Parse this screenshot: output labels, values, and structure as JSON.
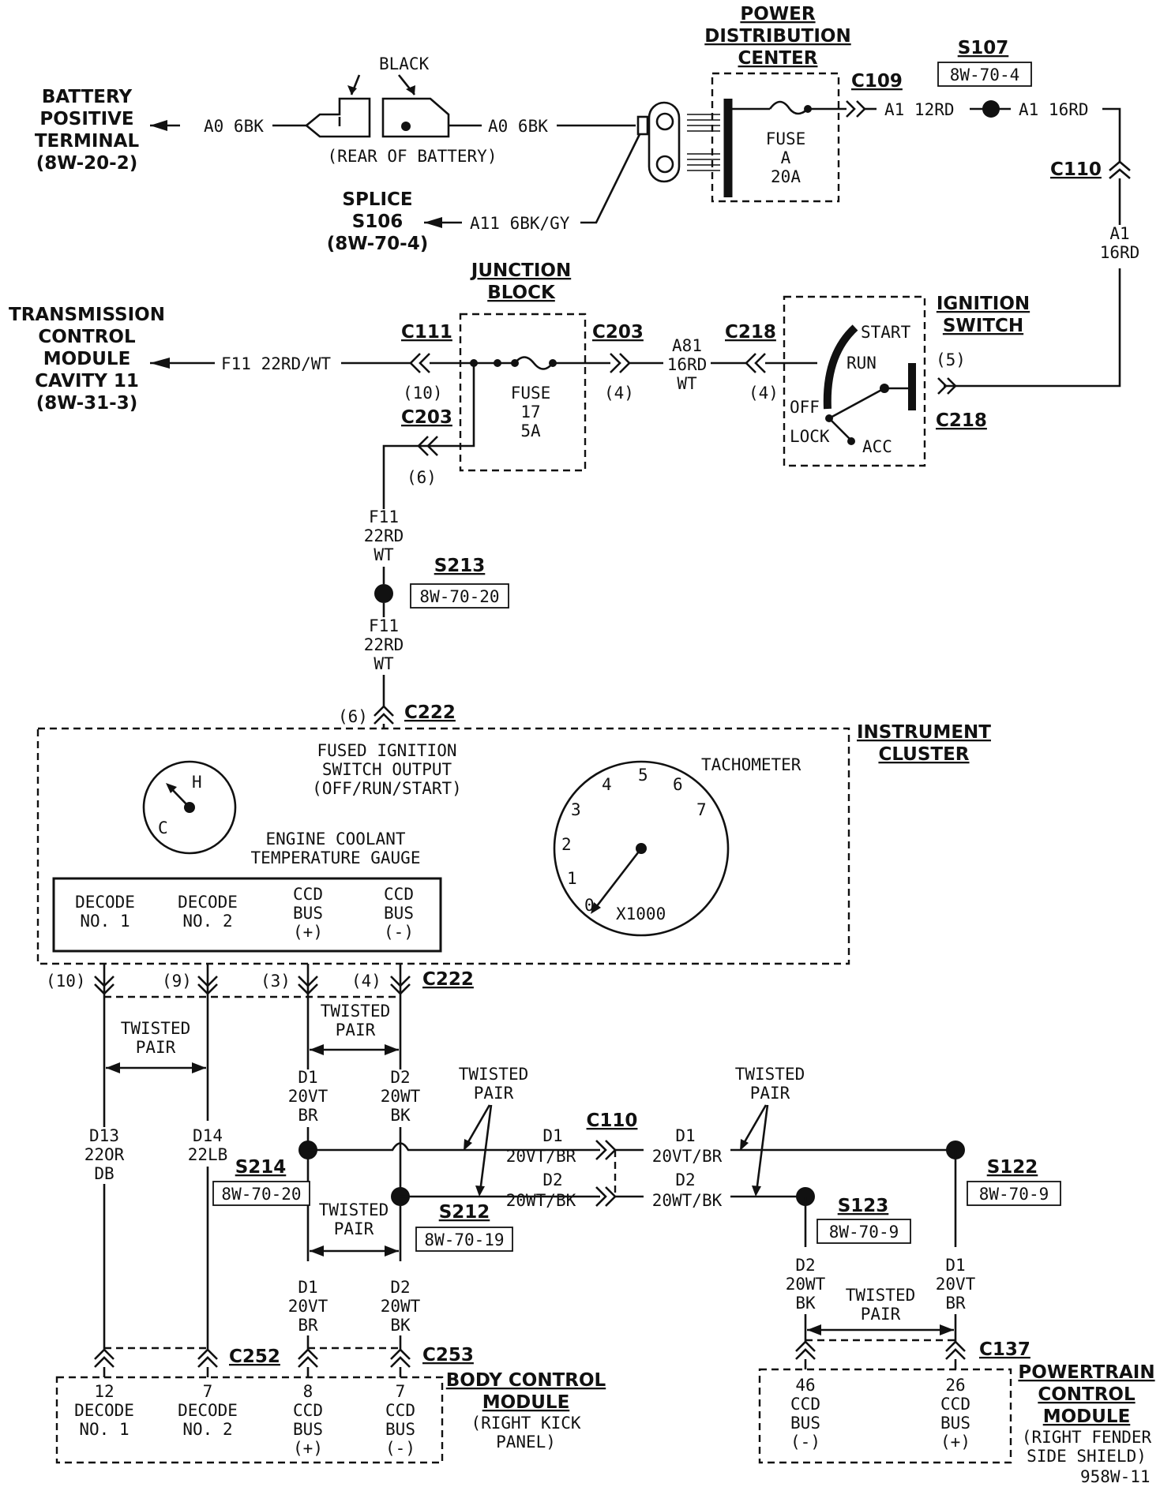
{
  "labels": {
    "pdc": [
      "POWER",
      "DISTRIBUTION",
      "CENTER"
    ],
    "black": "BLACK",
    "rear_of_battery": "(REAR OF BATTERY)",
    "battery": [
      "BATTERY",
      "POSITIVE",
      "TERMINAL",
      "(8W-20-2)"
    ],
    "splice_s106": [
      "SPLICE",
      "S106",
      "(8W-70-4)"
    ],
    "fuse_a": [
      "FUSE",
      "A",
      "20A"
    ],
    "junction_block": [
      "JUNCTION",
      "BLOCK"
    ],
    "fuse_17": [
      "FUSE",
      "17",
      "5A"
    ],
    "ignition_switch": [
      "IGNITION",
      "SWITCH"
    ],
    "sw_start": "START",
    "sw_run": "RUN",
    "sw_off": "OFF",
    "sw_lock": "LOCK",
    "sw_acc": "ACC",
    "tcm": [
      "TRANSMISSION",
      "CONTROL",
      "MODULE",
      "CAVITY 11",
      "(8W-31-3)"
    ],
    "instrument_cluster": [
      "INSTRUMENT",
      "CLUSTER"
    ],
    "fused_ign": [
      "FUSED IGNITION",
      "SWITCH OUTPUT",
      "(OFF/RUN/START)"
    ],
    "gauge_h": "H",
    "gauge_c": "C",
    "ect_gauge": [
      "ENGINE COOLANT",
      "TEMPERATURE GAUGE"
    ],
    "tachometer": "TACHOMETER",
    "tach_scale": "X1000",
    "tach_numbers": [
      "0",
      "1",
      "2",
      "3",
      "4",
      "5",
      "6",
      "7"
    ],
    "cluster_pins": [
      [
        "DECODE",
        "NO. 1"
      ],
      [
        "DECODE",
        "NO. 2"
      ],
      [
        "CCD",
        "BUS",
        "(+)"
      ],
      [
        "CCD",
        "BUS",
        "(-)"
      ]
    ],
    "twisted_pair": [
      "TWISTED",
      "PAIR"
    ],
    "bcm": [
      "BODY CONTROL",
      "MODULE"
    ],
    "bcm_loc": [
      "(RIGHT KICK",
      "PANEL)"
    ],
    "bcm_pins": [
      [
        "12",
        "DECODE",
        "NO. 1"
      ],
      [
        "7",
        "DECODE",
        "NO. 2"
      ],
      [
        "8",
        "CCD",
        "BUS",
        "(+)"
      ],
      [
        "7",
        "CCD",
        "BUS",
        "(-)"
      ]
    ],
    "pcm": [
      "POWERTRAIN",
      "CONTROL",
      "MODULE"
    ],
    "pcm_loc": [
      "(RIGHT FENDER",
      "SIDE SHIELD)"
    ],
    "pcm_pins": [
      [
        "46",
        "CCD",
        "BUS",
        "(-)"
      ],
      [
        "26",
        "CCD",
        "BUS",
        "(+)"
      ]
    ],
    "figure_id": "958W-11"
  },
  "wires": {
    "a0_left": "A0 6BK",
    "a0_right": "A0 6BK",
    "a11": "A11 6BK/GY",
    "a1_12rd": "A1 12RD",
    "a1_16rd": "A1 16RD",
    "a1_vert": [
      "A1",
      "16RD"
    ],
    "a81": [
      "A81",
      "16RD",
      "WT"
    ],
    "f11_tcm": "F11 22RD/WT",
    "f11_upper": [
      "F11",
      "22RD",
      "WT"
    ],
    "f11_lower": [
      "F11",
      "22RD",
      "WT"
    ],
    "d13": [
      "D13",
      "22OR",
      "DB"
    ],
    "d14": [
      "D14",
      "22LB"
    ],
    "d1_upper": [
      "D1",
      "20VT",
      "BR"
    ],
    "d2_upper": [
      "D2",
      "20WT",
      "BK"
    ],
    "d1_lower": [
      "D1",
      "20VT",
      "BR"
    ],
    "d2_lower": [
      "D2",
      "20WT",
      "BK"
    ],
    "d1_mid_left": [
      "D1",
      "20VT/BR"
    ],
    "d2_mid_left": [
      "D2",
      "20WT/BK"
    ],
    "d1_mid_right": [
      "D1",
      "20VT/BR"
    ],
    "d2_mid_right": [
      "D2",
      "20WT/BK"
    ],
    "d2_pcm": [
      "D2",
      "20WT",
      "BK"
    ],
    "d1_pcm": [
      "D1",
      "20VT",
      "BR"
    ]
  },
  "connectors": {
    "c109": "C109",
    "c110_top": "C110",
    "c111": "C111",
    "c203_top": "C203",
    "c203_bottom": "C203",
    "c218_left": "C218",
    "c218_right": "C218",
    "c222_top": "C222",
    "c222_bottom": "C222",
    "c110_mid": "C110",
    "c252": "C252",
    "c253": "C253",
    "c137": "C137"
  },
  "cavities": {
    "c111": "(10)",
    "c203_top": "(4)",
    "c203_bottom": "(6)",
    "c218_left": "(4)",
    "c218_right": "(5)",
    "c222_top": "(6)",
    "c222_bottom": [
      "(10)",
      "(9)",
      "(3)",
      "(4)"
    ]
  },
  "splices": {
    "s107": {
      "name": "S107",
      "ref": "8W-70-4"
    },
    "s213": {
      "name": "S213",
      "ref": "8W-70-20"
    },
    "s214": {
      "name": "S214",
      "ref": "8W-70-20"
    },
    "s212": {
      "name": "S212",
      "ref": "8W-70-19"
    },
    "s122": {
      "name": "S122",
      "ref": "8W-70-9"
    },
    "s123": {
      "name": "S123",
      "ref": "8W-70-9"
    }
  }
}
